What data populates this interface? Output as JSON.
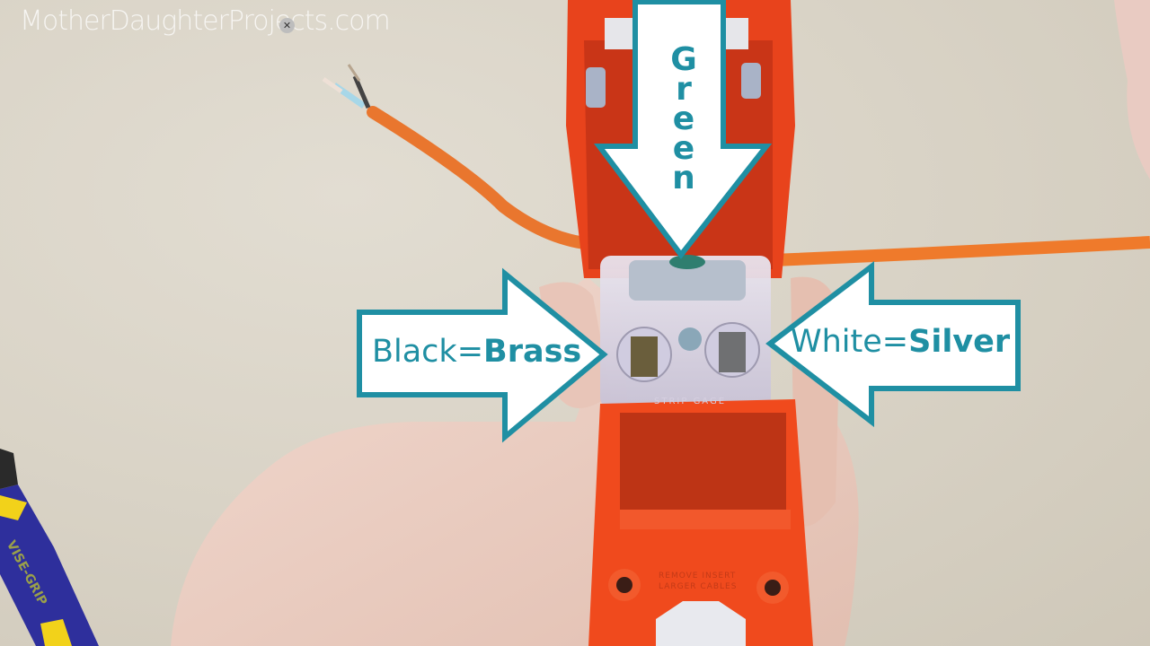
{
  "watermark": {
    "text": "MotherDaughterProjects.com",
    "overlay_close_icon": "close-icon"
  },
  "annotations": {
    "top": {
      "text": "Green",
      "letters": [
        "G",
        "r",
        "e",
        "e",
        "n"
      ],
      "direction": "down"
    },
    "left": {
      "prefix": "Black=",
      "bold": "Brass",
      "direction": "right"
    },
    "right": {
      "prefix": "White=",
      "bold": "Silver",
      "direction": "left"
    }
  },
  "plug_markings": {
    "strip_gauge": "STRIP GAGE",
    "bottom_text_line1": "REMOVE INSERT",
    "bottom_text_line2": "LARGER CABLES"
  },
  "tool_label": "VISE-GRIP",
  "colors": {
    "accent_teal": "#1f8fa3",
    "arrow_fill": "#ffffff",
    "plug_orange": "#f0461e",
    "cord_orange": "#f07a2a",
    "background": "#d8d2c5",
    "tool_blue": "#2e2f9c",
    "tool_yellow": "#f2d21a"
  }
}
